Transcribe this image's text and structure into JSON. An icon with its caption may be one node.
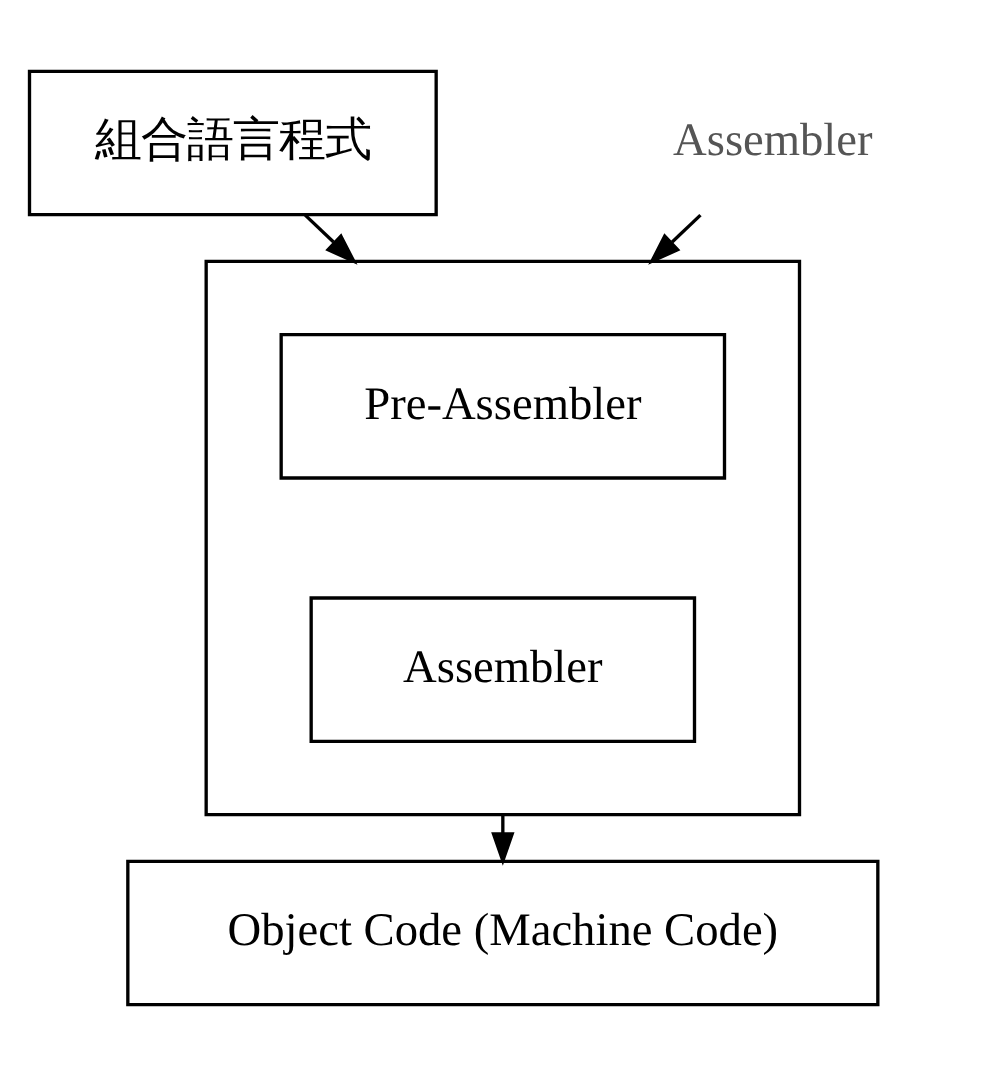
{
  "diagram": {
    "nodes": [
      {
        "text": [
          "組合語言程式"
        ]
      },
      {
        "text": [],
        "shape": "box"
      },
      {
        "text": [
          "Pre-Assembler"
        ],
        "in": 1
      },
      {
        "text": [
          "Assembler"
        ],
        "in": 1
      },
      {
        "text": [
          "Object Code (Machine Code)"
        ]
      },
      {
        "text": [
          "Assembler"
        ]
      }
    ],
    "edges": [
      {
        "from": 0,
        "to": 1,
        "arrow": "to"
      },
      {
        "from": 1,
        "to": 4,
        "arrow": "to"
      },
      {
        "from": 5,
        "to": 1,
        "arrow": "to"
      }
    ]
  }
}
